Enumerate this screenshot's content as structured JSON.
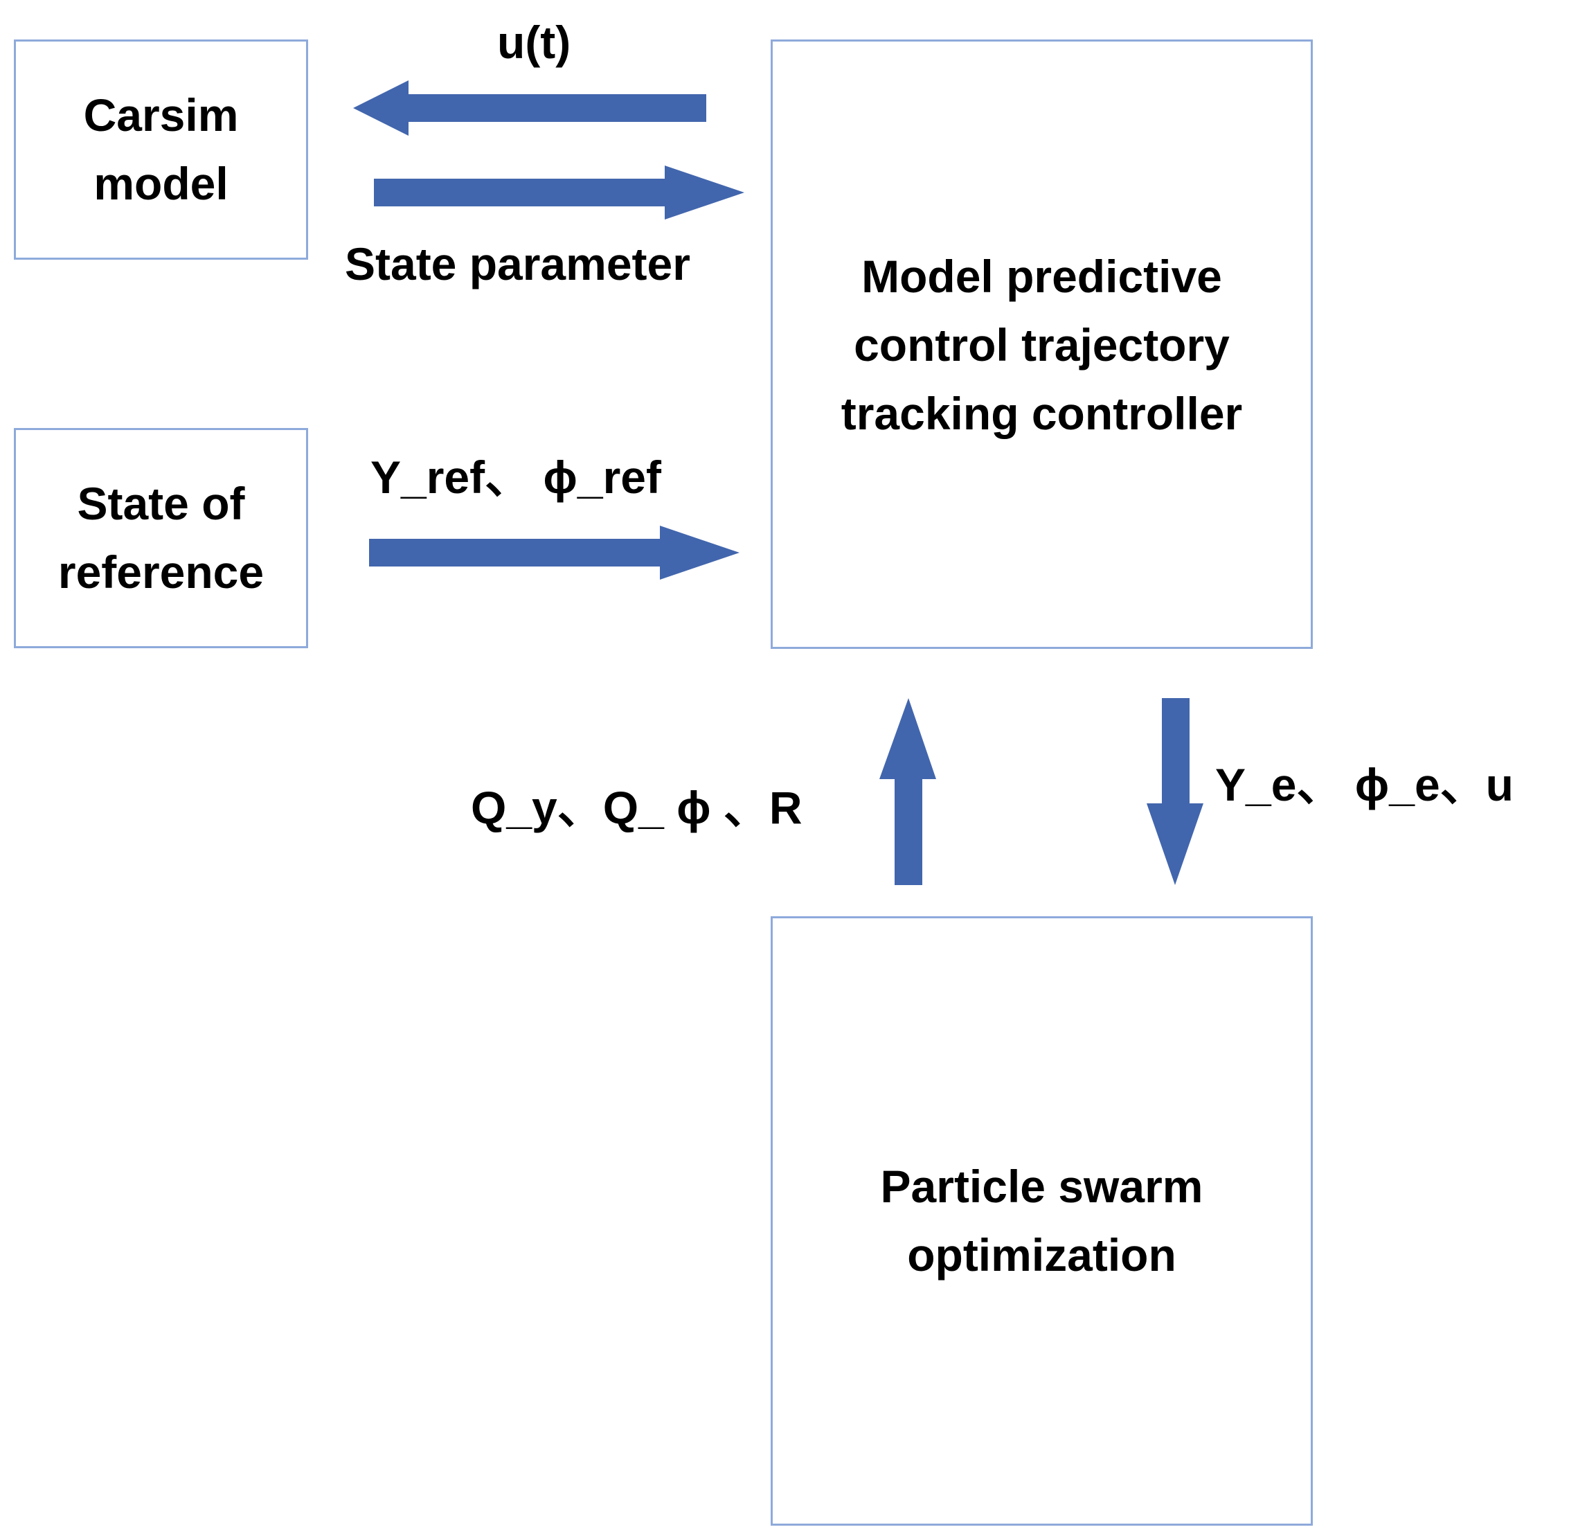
{
  "nodes": {
    "carsim": {
      "text": "Carsim\nmodel"
    },
    "reference": {
      "text": "State of\nreference"
    },
    "mpc": {
      "text": "Model predictive\ncontrol trajectory\ntracking controller"
    },
    "pso": {
      "text": "Particle swarm\noptimization"
    }
  },
  "edges": {
    "mpc_to_carsim": {
      "label": "u(t)"
    },
    "carsim_to_mpc": {
      "label": "State parameter"
    },
    "reference_to_mpc": {
      "label": "Y_ref、 ϕ_ref"
    },
    "pso_to_mpc": {
      "label": "Q_y、Q_ ϕ 、R"
    },
    "mpc_to_pso": {
      "label": "Y_e、 ϕ_e、u"
    }
  },
  "colors": {
    "arrow": "#4266ad",
    "box_border": "#8eaadb"
  }
}
